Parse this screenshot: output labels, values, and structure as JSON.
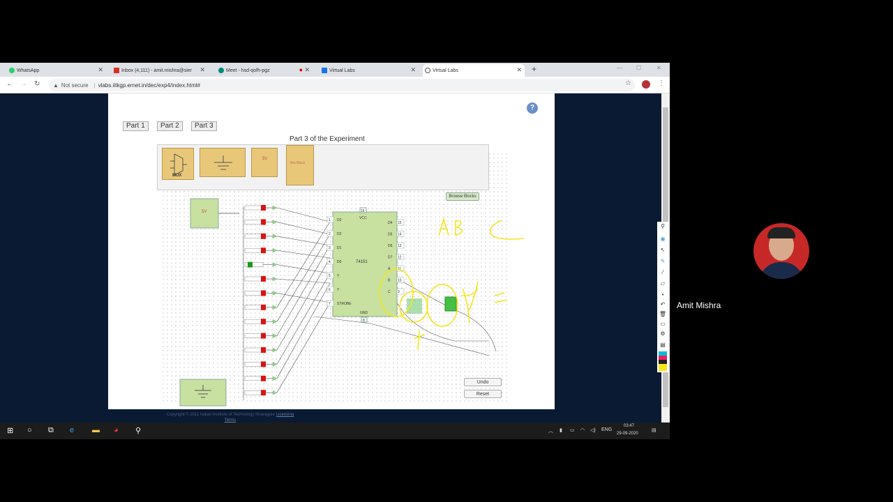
{
  "tabs": [
    {
      "label": "WhatsApp",
      "color": "#25d366"
    },
    {
      "label": "Inbox (4,111) - amit.mishra@sier",
      "color": "#d93025"
    },
    {
      "label": "Meet - hsd-qofh-pgz",
      "color": "#00897b"
    },
    {
      "label": "Virtual Labs",
      "color": "#1a73e8"
    },
    {
      "label": "Virtual Labs",
      "color": "#555555"
    }
  ],
  "address": {
    "security": "Not secure",
    "url": "vlabs.iitkgp.ernet.in/dec/exp4/index.html#"
  },
  "page": {
    "parts": [
      "Part 1",
      "Part 2",
      "Part 3"
    ],
    "title": "Part 3 of the Experiment",
    "help": "?",
    "palette": {
      "mux": "MUX",
      "vcc": "5V",
      "this_block": "this Block"
    },
    "browse_blocks": "Browse Blocks",
    "undo": "Undo",
    "reset": "Reset",
    "vcc_label": "5V",
    "copyright": "Copyright © 2011 Indian Institute of Technology Kharagpur",
    "licensing": "Licensing Terms"
  },
  "ic": {
    "name": "74151",
    "vcc": "VCC",
    "gnd": "GND",
    "strobe": "STROBE",
    "left_pins": [
      {
        "num": "1",
        "label": "D3"
      },
      {
        "num": "2",
        "label": "D2"
      },
      {
        "num": "3",
        "label": "D1"
      },
      {
        "num": "4",
        "label": "D0"
      },
      {
        "num": "5",
        "label": "Y"
      },
      {
        "num": "6",
        "label": "Y"
      },
      {
        "num": "7",
        "label": "STROBE"
      }
    ],
    "right_pins": [
      {
        "num": "15",
        "label": "D4"
      },
      {
        "num": "14",
        "label": "D5"
      },
      {
        "num": "13",
        "label": "D6"
      },
      {
        "num": "12",
        "label": "D7"
      },
      {
        "num": "11",
        "label": "A"
      },
      {
        "num": "10",
        "label": "B"
      },
      {
        "num": "9",
        "label": "C"
      }
    ],
    "top_pin": "16",
    "bottom_pin": "8"
  },
  "annotation": {
    "text": "ABC",
    "color": "#f5e51b"
  },
  "taskbar": {
    "lang": "ENG",
    "time": "03:47",
    "date": "29-09-2020"
  },
  "meet": {
    "participant": "Amit Mishra"
  }
}
